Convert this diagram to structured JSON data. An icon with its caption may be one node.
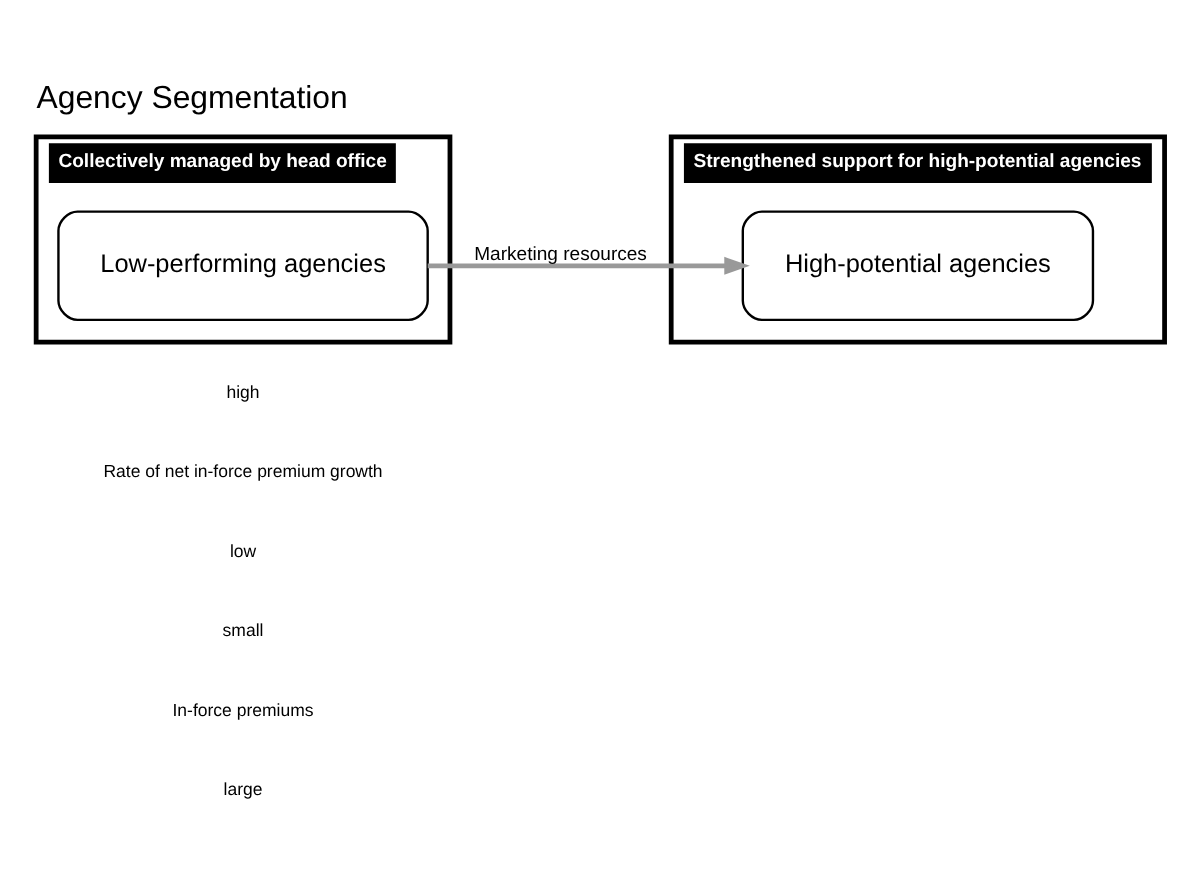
{
  "diagram": {
    "title": "Agency Segmentation",
    "nodes": [
      {
        "text": [
          "Strengthened support for high-potential agencies"
        ]
      },
      {
        "text": [
          "High-potential agencies"
        ],
        "in": 0
      },
      {
        "text": [
          "Collectively managed by head office"
        ]
      },
      {
        "text": [
          "Low-performing agencies"
        ],
        "in": 2
      }
    ],
    "edges": [
      {
        "from": 3,
        "to": 1,
        "arrow": "to",
        "label": "Marketing resources"
      }
    ],
    "labels": [
      "large",
      "In-force premiums",
      "small",
      "low",
      "Rate of net in-force premium growth",
      "high"
    ]
  }
}
